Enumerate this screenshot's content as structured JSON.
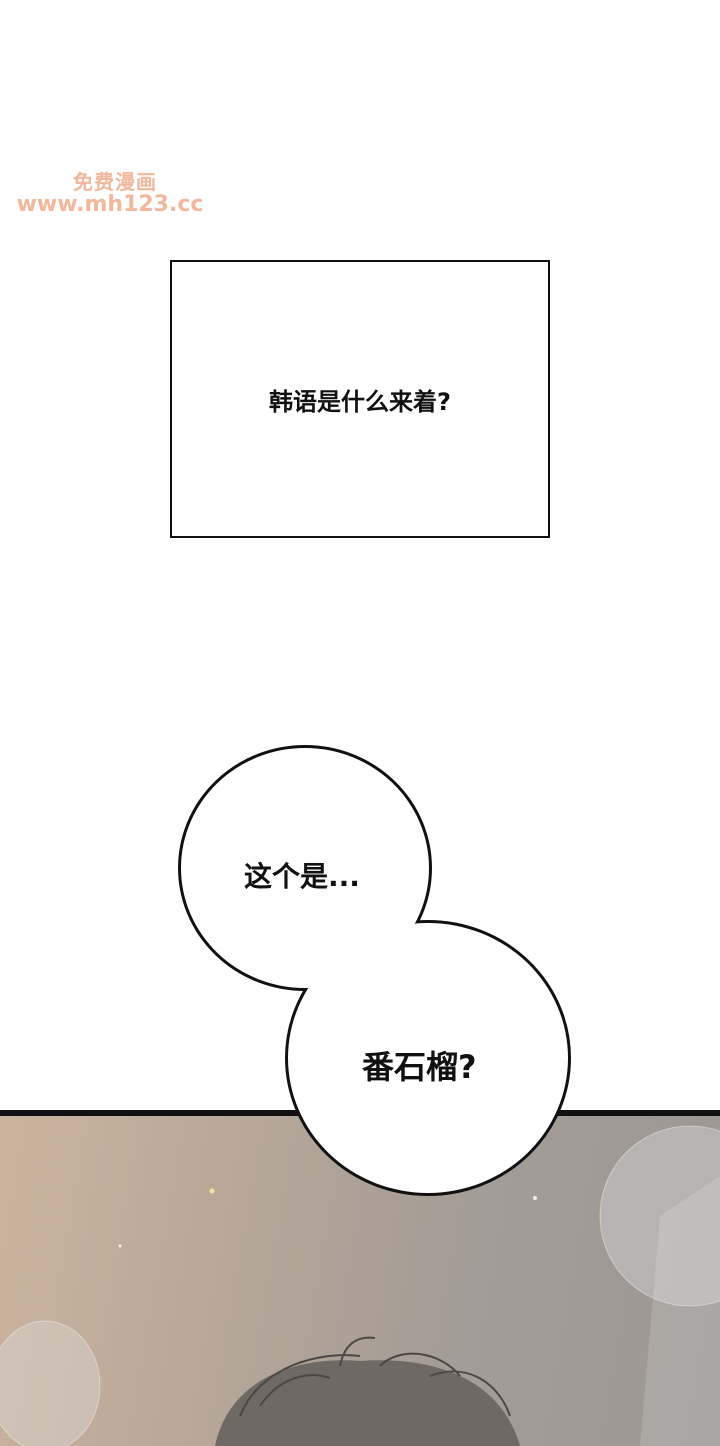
{
  "watermark": {
    "chinese": "免费漫画",
    "url": "www.mh123.cc"
  },
  "caption_box": {
    "text": "韩语是什么来着?"
  },
  "speech_bubbles": [
    {
      "text": "这个是..."
    },
    {
      "text": "番石榴?"
    }
  ]
}
